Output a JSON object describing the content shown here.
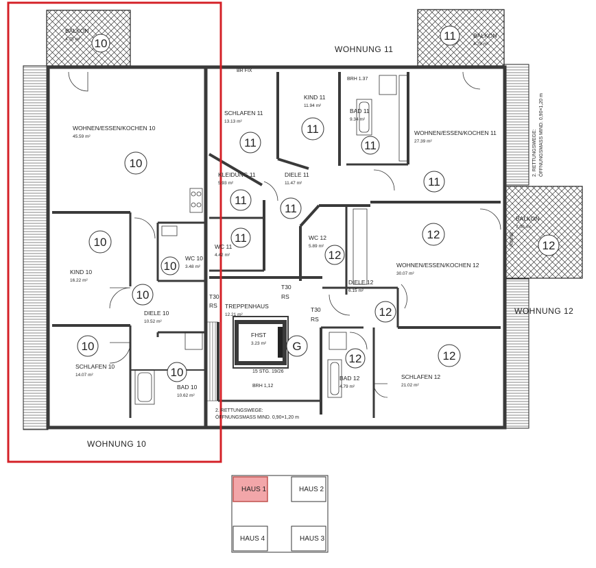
{
  "apartments": {
    "w10": "WOHNUNG 10",
    "w11": "WOHNUNG 11",
    "w12": "WOHNUNG 12"
  },
  "rooms": [
    {
      "id": "balkon10",
      "name": "BALKON",
      "area": "4.75 m²"
    },
    {
      "id": "balkon11",
      "name": "BALKON",
      "area": "4.75 m²"
    },
    {
      "id": "balkon12",
      "name": "BALKON",
      "area": "7.00 m²"
    },
    {
      "id": "wek10",
      "name": "WOHNEN/ESSEN/KOCHEN 10",
      "area": "45.59 m²"
    },
    {
      "id": "kind10",
      "name": "KIND 10",
      "area": "16.22 m²"
    },
    {
      "id": "wc10",
      "name": "WC 10",
      "area": "3.48 m²"
    },
    {
      "id": "diele10",
      "name": "DIELE 10",
      "area": "10.52 m²"
    },
    {
      "id": "schlafen10",
      "name": "SCHLAFEN 10",
      "area": "14.07 m²"
    },
    {
      "id": "bad10",
      "name": "BAD 10",
      "area": "10.62 m²"
    },
    {
      "id": "schlafen11",
      "name": "SCHLAFEN 11",
      "area": "13.13 m²"
    },
    {
      "id": "kind11",
      "name": "KIND 11",
      "area": "11.94 m²"
    },
    {
      "id": "bad11",
      "name": "BAD 11",
      "area": "9.34 m²"
    },
    {
      "id": "wek11",
      "name": "WOHNEN/ESSEN/KOCHEN 11",
      "area": "27.39 m²"
    },
    {
      "id": "kleidung11",
      "name": "KLEIDUNG 11",
      "area": "5.93 m²"
    },
    {
      "id": "diele11",
      "name": "DIELE 11",
      "area": "11.47 m²"
    },
    {
      "id": "wc11",
      "name": "WC 11",
      "area": "4.42 m²"
    },
    {
      "id": "wc12",
      "name": "WC 12",
      "area": "5.89 m²"
    },
    {
      "id": "wek12",
      "name": "WOHNEN/ESSEN/KOCHEN 12",
      "area": "30.07 m²"
    },
    {
      "id": "diele12",
      "name": "DIELE 12",
      "area": "6.15 m²"
    },
    {
      "id": "treppenhaus",
      "name": "TREPPENHAUS",
      "area": "12.21 m²"
    },
    {
      "id": "fhst",
      "name": "FHST",
      "area": "3.23 m²"
    },
    {
      "id": "bad12",
      "name": "BAD 12",
      "area": "4.79 m²"
    },
    {
      "id": "schlafen12",
      "name": "SCHLAFEN 12",
      "area": "21.02 m²"
    }
  ],
  "markers": [
    "10",
    "11",
    "12",
    "G"
  ],
  "doors": {
    "t30": "T30",
    "rs": "RS"
  },
  "notes": {
    "stairs": "15 STG. 19/26",
    "brh_stair": "BRH 1,12",
    "brh_bad11": "BRH 1.37",
    "br_fix": "BR FIX",
    "rettung_1": "2. RETTUNGSWEGE:",
    "rettung_2": "ÖFFNUNGSMASS MIND. 0,90×1,20 m",
    "rinne": "RINNE"
  },
  "key_plan": {
    "haus1": "HAUS 1",
    "haus2": "HAUS 2",
    "haus3": "HAUS 3",
    "haus4": "HAUS 4"
  },
  "colors": {
    "highlight": "#d42027",
    "haus1_fill": "#f2a6a9",
    "wall": "#3a3a3a"
  }
}
